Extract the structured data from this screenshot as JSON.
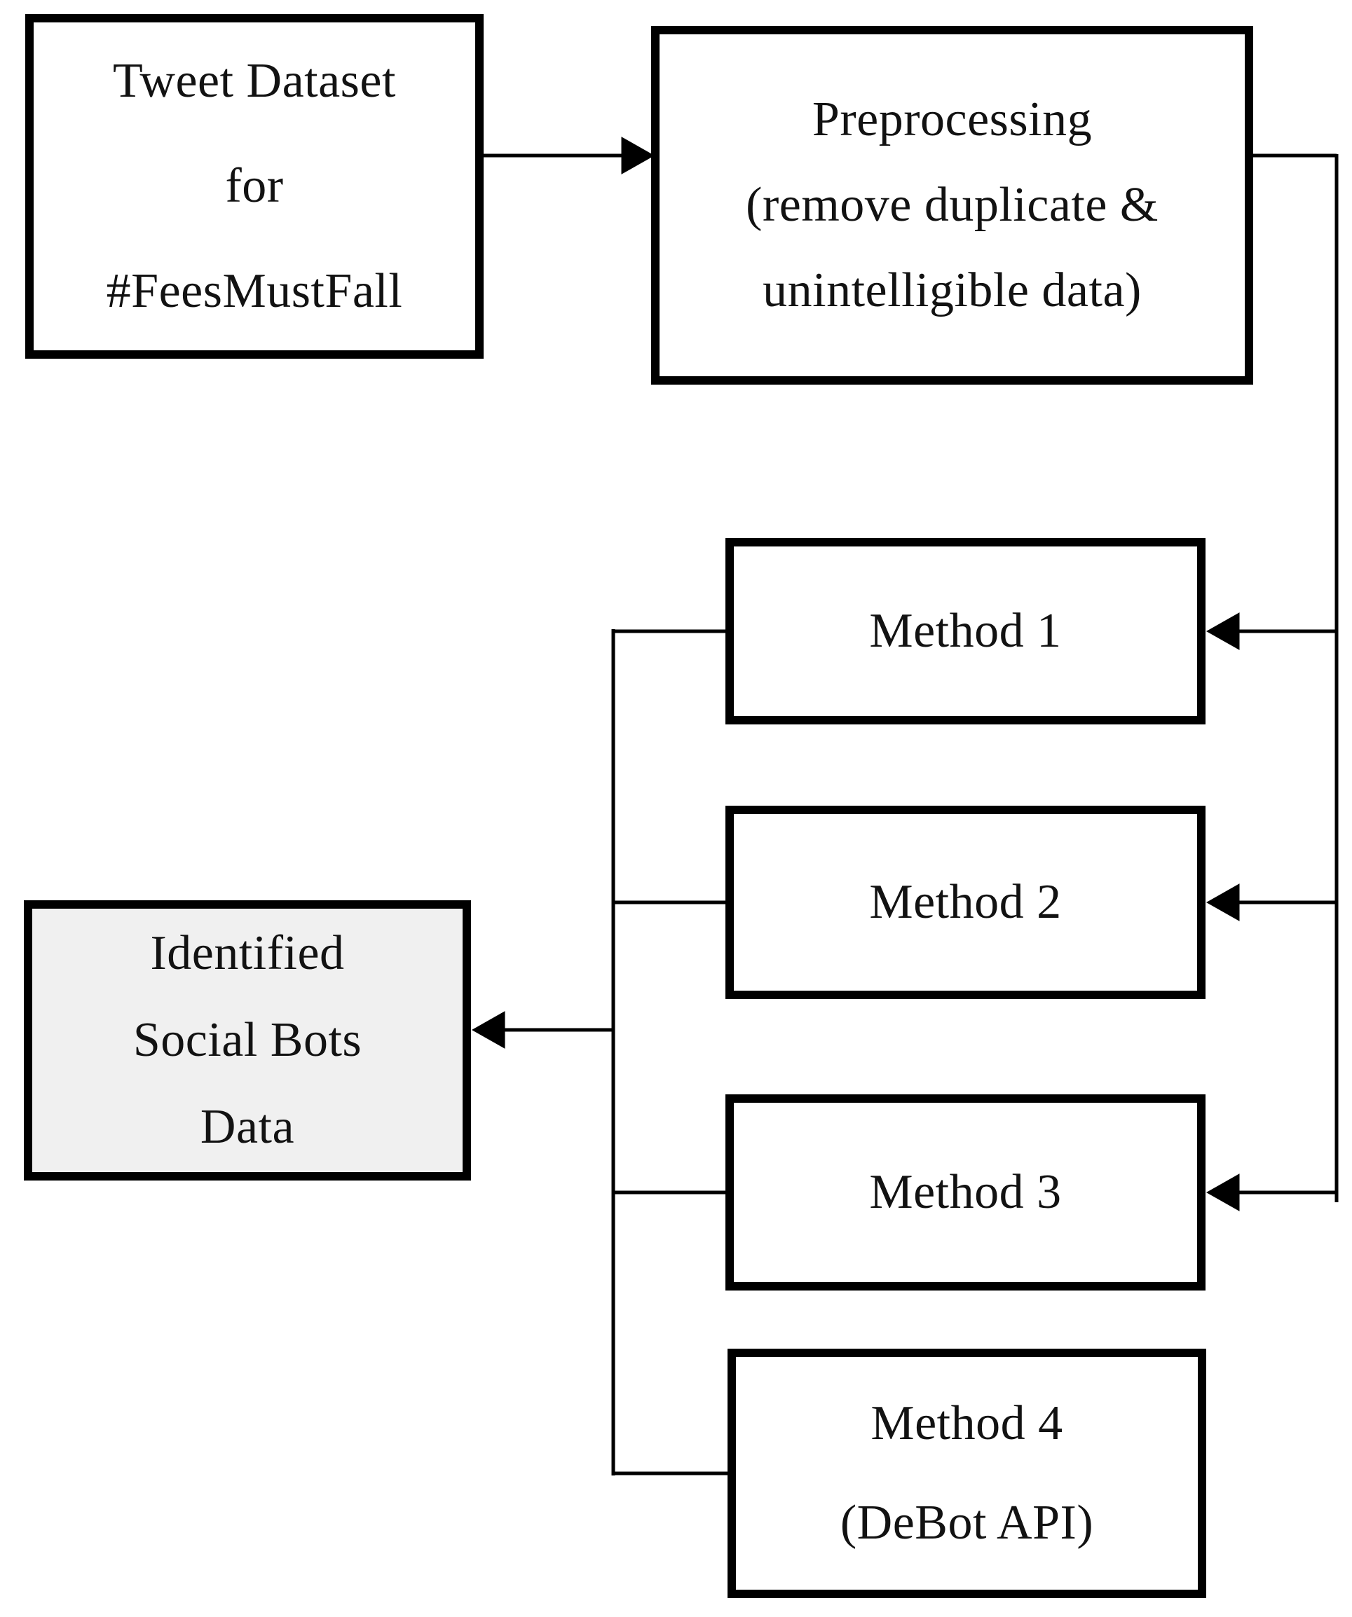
{
  "figure": {
    "type": "flowchart",
    "background": "#ffffff",
    "box_border_color": "#000000",
    "box_fill": "#ffffff",
    "highlight_box_fill": "#f0f0f0",
    "connector_color": "#000000"
  },
  "nodes": [
    {
      "id": "tweet-dataset",
      "lines": [
        "Tweet Dataset",
        "for",
        "#FeesMustFall"
      ]
    },
    {
      "id": "preprocessing",
      "lines": [
        "Preprocessing",
        "(remove duplicate &",
        "unintelligible data)"
      ]
    },
    {
      "id": "method-1",
      "lines": [
        "Method 1"
      ]
    },
    {
      "id": "method-2",
      "lines": [
        "Method 2"
      ]
    },
    {
      "id": "identified-social-bots-data",
      "lines": [
        "Identified",
        "Social Bots",
        "Data"
      ]
    },
    {
      "id": "method-3",
      "lines": [
        "Method 3"
      ]
    },
    {
      "id": "method-4",
      "lines": [
        "Method 4",
        "(DeBot API)"
      ]
    }
  ],
  "edges": [
    {
      "from": "tweet-dataset",
      "to": "preprocessing"
    },
    {
      "from": "preprocessing",
      "to": "method-1"
    },
    {
      "from": "preprocessing",
      "to": "method-2"
    },
    {
      "from": "preprocessing",
      "to": "method-3"
    },
    {
      "from": "method-1",
      "to": "identified-social-bots-data"
    },
    {
      "from": "method-2",
      "to": "identified-social-bots-data"
    },
    {
      "from": "method-3",
      "to": "identified-social-bots-data"
    },
    {
      "from": "method-4",
      "to": "identified-social-bots-data"
    }
  ]
}
